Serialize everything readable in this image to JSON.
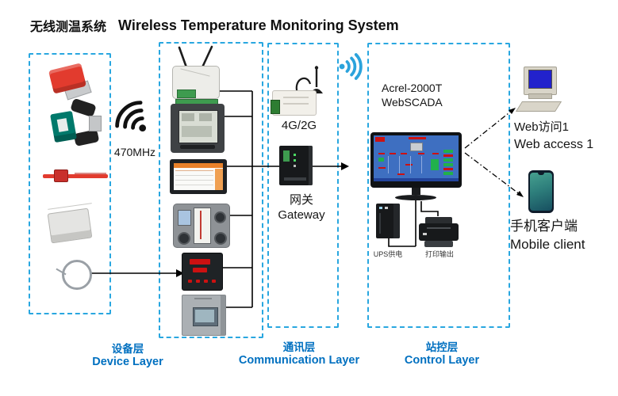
{
  "title": {
    "cn": "无线测温系统",
    "en": "Wireless Temperature Monitoring System"
  },
  "radio": {
    "frequency_label": "470MHz"
  },
  "communication": {
    "modem_label": "4G/2G",
    "gateway_cn": "网关",
    "gateway_en": "Gateway"
  },
  "control": {
    "scada_line1": "Acrel-2000T",
    "scada_line2": "WebSCADA",
    "ups_label": "UPS供电",
    "printer_label": "打印输出"
  },
  "clients": {
    "web_cn": "Web访问1",
    "web_en": "Web access 1",
    "mobile_cn": "手机客户端",
    "mobile_en": "Mobile client"
  },
  "layers": {
    "device": {
      "cn": "设备层",
      "en": "Device Layer"
    },
    "communication": {
      "cn": "通讯层",
      "en": "Communication Layer"
    },
    "control": {
      "cn": "站控层",
      "en": "Control Layer"
    }
  },
  "icons": {
    "wifi_470mhz": "black wifi fan tilted toward upper-left, 470MHz radio link",
    "wifi_uplink": "blue wifi fan pointing right, wireless uplink",
    "busbar_temp_sensor": "red busbar temperature sensor",
    "clamp_ct_sensor": "teal CT clamp temperature sensor",
    "cable_tie_sensor": "red cable-tie temperature sensor",
    "surface_mount_sensor": "white surface-mount temperature sensor",
    "loop_sensor": "gray loop/coil temperature sensor",
    "wireless_receiver": "dual-antenna wireless receiver unit",
    "power_meter": "panel power meter with LCD",
    "touchscreen_display": "touchscreen data display",
    "switch_status_indicator": "switchgear status indicator panel",
    "led_temperature_meter": "LED digital temperature meter",
    "wall_collector_box": "wall-mounted collector cabinet",
    "modem_4g": "DIN-rail 4G/2G modem with antenna",
    "din_gateway": "black DIN-rail gateway",
    "scada_monitor": "monitor running SCADA software",
    "ups_tower": "UPS power supply tower",
    "laser_printer": "laser printer",
    "desktop_computer": "desktop computer for web access",
    "smartphone": "smartphone mobile client"
  },
  "colors": {
    "box_dash": "#29A7E0",
    "layer_label": "#0070C0",
    "screen_blue": "#3E6FC1",
    "alert_red": "#CC1111",
    "ok_green": "#21B14B",
    "wifi_blue": "#2BA3DC",
    "sensor_teal": "#00796B",
    "sensor_red": "#E23B2E"
  }
}
